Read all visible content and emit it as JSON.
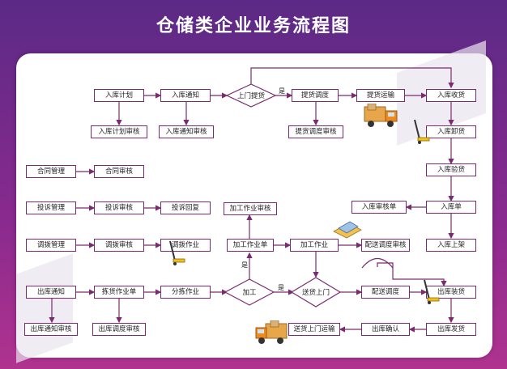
{
  "title": "仓储类企业业务流程图",
  "nodes": {
    "ruku_jihua": "入库计划",
    "ruku_tongzhi": "入库通知",
    "shangmen_tihuo": "上门提货",
    "tihuo_diaodu": "提货调度",
    "tihuo_yunshu": "提货运输",
    "ruku_shouhuo": "入库收货",
    "ruku_jihua_shenhe": "入库计划审核",
    "ruku_tongzhi_shenhe": "入库通知审核",
    "tihuo_diaodu_shenhe": "提货调度审核",
    "ruku_xiehuo": "入库卸货",
    "hetong_guanli": "合同管理",
    "hetong_shenhe": "合同审核",
    "ruku_yanhuo": "入库验货",
    "tousu_guanli": "投诉管理",
    "tousu_shenhe": "投诉审核",
    "tousu_huifu": "投诉回复",
    "jiagong_zuoye_shenhe": "加工作业审核",
    "ruku_shenhe_dan": "入库审核单",
    "ruku_dan": "入库单",
    "diaobo_guanli": "调拨管理",
    "diaobo_shenhe": "调拨审核",
    "diaobo_zuoye": "调拨作业",
    "jiagong_zuoye_dan": "加工作业单",
    "jiagong_zuoye": "加工作业",
    "peisong_diaodu_shenhe": "配送调度审核",
    "ruku_shangjia": "入库上架",
    "chuku_tongzhi": "出库通知",
    "jianhuo_zuoye_dan": "拣货作业单",
    "fenjian_zuoye": "分拣作业",
    "jiagong": "加工",
    "songhuo_shangmen": "送货上门",
    "peisong_diaodu": "配送调度",
    "chuku_zhuanghuo": "出库装货",
    "chuku_tongzhi_shenhe": "出库通知审核",
    "chuku_diaodu_shenhe": "出库调度审核",
    "songhuo_yunshu": "送货上门运输",
    "chuku_queren": "出库确认",
    "chuku_fahuo": "出库发货"
  },
  "edge_labels": {
    "yes_tihuo": "是",
    "yes_jiagong_up": "是",
    "yes_jiagong_right": "是"
  },
  "colors": {
    "background_top": "#5b2a86",
    "background_bottom": "#b0338f",
    "node_border": "#7a2b6f",
    "edge": "#7a2b6f"
  },
  "icons": [
    "truck-icon",
    "pallet-jack-icon",
    "box-stack-icon"
  ]
}
